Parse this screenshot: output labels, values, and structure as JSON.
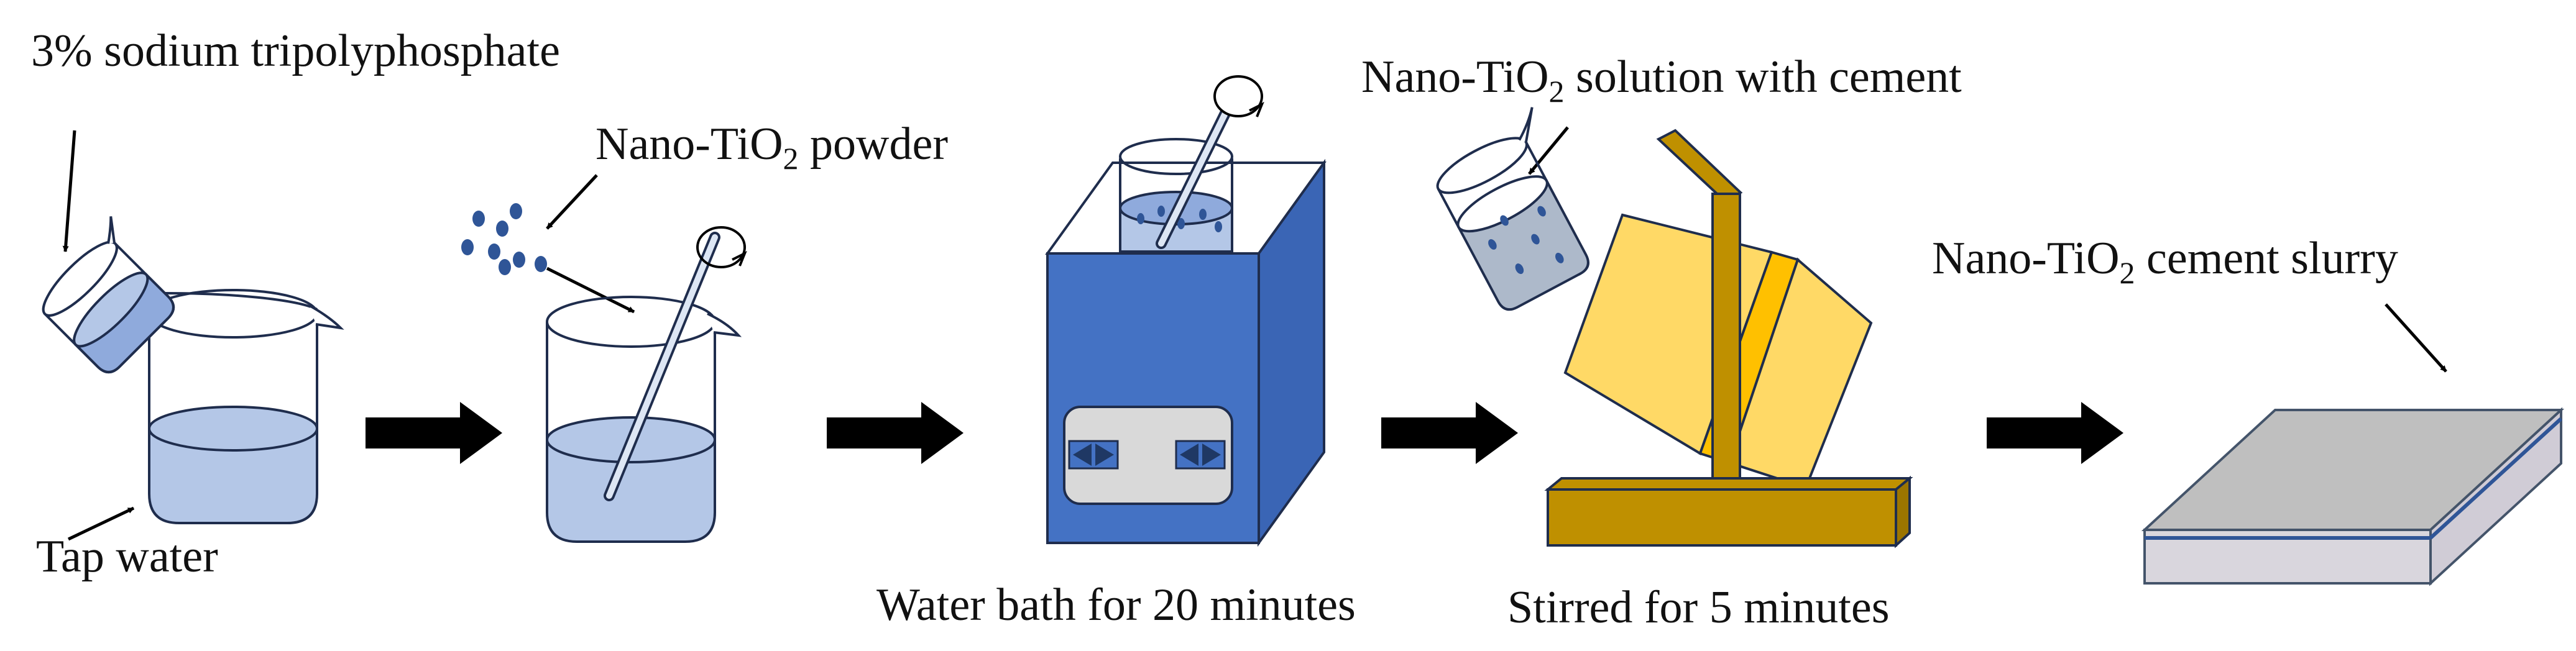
{
  "labels": {
    "stpp": "3% sodium tripolyphosphate",
    "tap_water": "Tap water",
    "tio2_powder": {
      "pre": "Nano-TiO",
      "sub": "2",
      "post": " powder"
    },
    "tio2_solution": {
      "pre": "Nano-TiO",
      "sub": "2",
      "post": " solution with cement"
    },
    "tio2_slurry": {
      "pre": "Nano-TiO",
      "sub": "2",
      "post": " cement slurry"
    },
    "water_bath": "Water bath for 20 minutes",
    "stirred": "Stirred for 5 minutes"
  },
  "colors": {
    "liquid": "#b4c7e7",
    "bath_blue": "#4472c4",
    "bath_panel": "#d9d9d9",
    "mixer_yellow": "#ffd966",
    "mixer_gold": "#ffc000",
    "stand_brown": "#bf9000",
    "beaker_gray": "#adb9ca",
    "slab_top": "#bfbfbf",
    "slab_side": "#d9d6dd",
    "slab_edge": "#44546a",
    "arrow": "#000000"
  }
}
